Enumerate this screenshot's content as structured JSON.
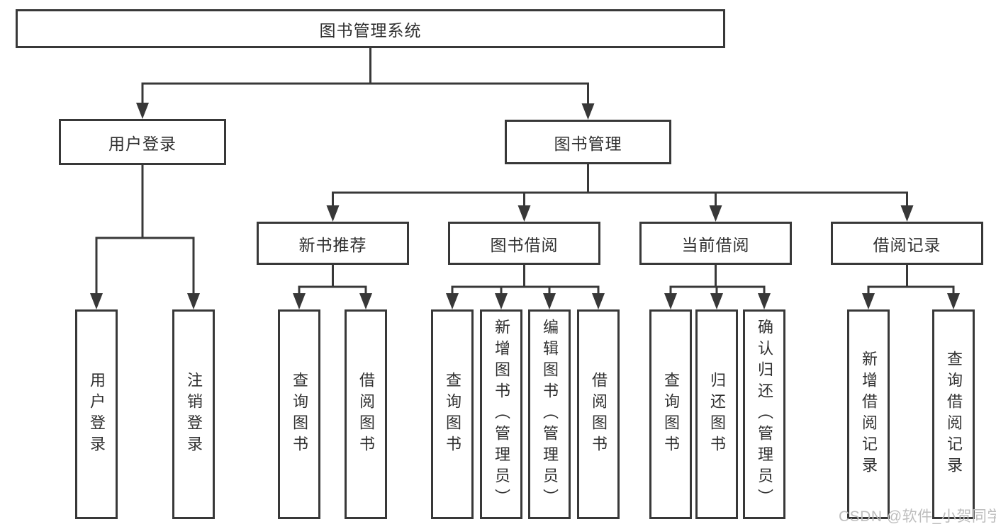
{
  "diagram": {
    "type": "feature-tree",
    "colors": {
      "line": "#383838",
      "border": "#383838",
      "text": "#303030",
      "background": "#ffffff",
      "watermark": "#bdbdbd"
    },
    "root": {
      "label": "图书管理系统",
      "children": [
        {
          "label": "用户登录",
          "children": [
            {
              "label": "用户登录"
            },
            {
              "label": "注销登录"
            }
          ]
        },
        {
          "label": "图书管理",
          "children": [
            {
              "label": "新书推荐",
              "children": [
                {
                  "label": "查询图书"
                },
                {
                  "label": "借阅图书"
                }
              ]
            },
            {
              "label": "图书借阅",
              "children": [
                {
                  "label": "查询图书"
                },
                {
                  "label": "新增图书（管理员）"
                },
                {
                  "label": "编辑图书（管理员）"
                },
                {
                  "label": "借阅图书"
                }
              ]
            },
            {
              "label": "当前借阅",
              "children": [
                {
                  "label": "查询图书"
                },
                {
                  "label": "归还图书"
                },
                {
                  "label": "确认归还（管理员）"
                }
              ]
            },
            {
              "label": "借阅记录",
              "children": [
                {
                  "label": "新增借阅记录"
                },
                {
                  "label": "查询借阅记录"
                }
              ]
            }
          ]
        }
      ]
    }
  },
  "watermark": {
    "text": "CSDN @软件_小贺同学"
  }
}
